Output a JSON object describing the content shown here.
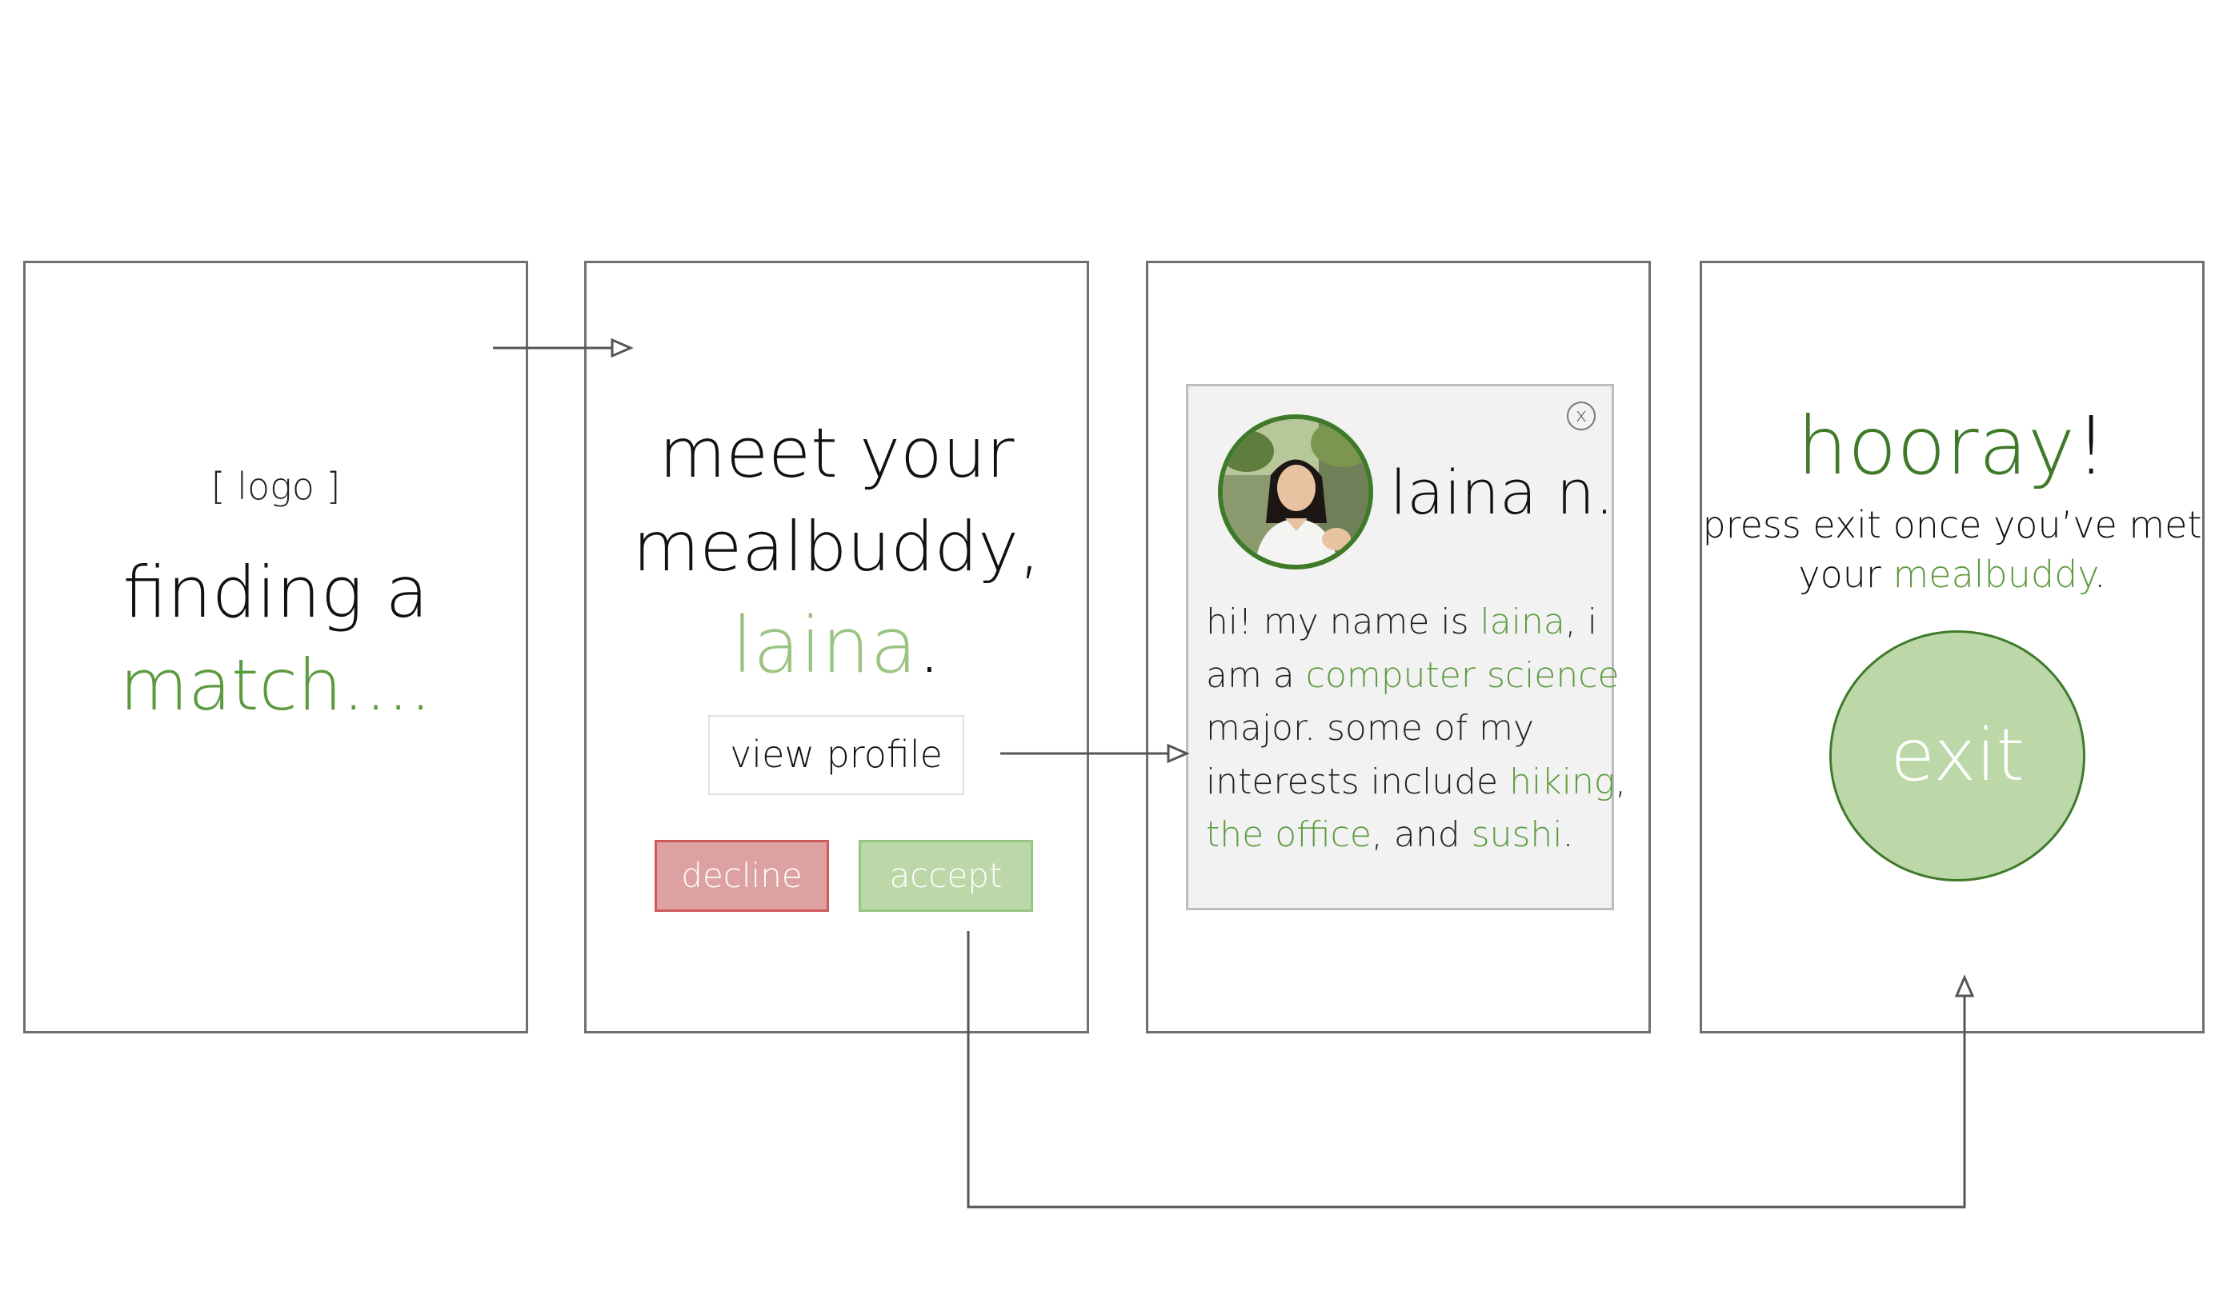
{
  "colors": {
    "frame_border": "#6f6f6f",
    "accent_dark_green": "#3f7a2a",
    "accent_green": "#5c9a3f",
    "accent_light_green": "#9bc482",
    "decline_fill": "#dea1a1",
    "decline_border": "#cf5a5a",
    "accept_fill": "#bcd8a9",
    "accept_border": "#98c583",
    "card_fill": "#f2f2f2",
    "connector": "#555555"
  },
  "screen1": {
    "logo_placeholder": "[ logo ]",
    "title_line1": "finding a",
    "title_line2": "match...."
  },
  "screen2": {
    "line1": "meet your",
    "line2": "mealbuddy,",
    "name": "laina",
    "name_punct": ".",
    "view_profile_label": "view profile",
    "decline_label": "decline",
    "accept_label": "accept"
  },
  "screen3": {
    "close_label": "x",
    "avatar_icon": "profile-photo",
    "profile_name": "laina n.",
    "bio": {
      "t1": "hi! my name is ",
      "name": "laina",
      "t2": ", i",
      "t3": "am a ",
      "major": "computer science",
      "t4": "major. some of my",
      "t5": "interests include ",
      "interest1": "hiking",
      "t6": ",",
      "interest2": "the office",
      "t7": ", and ",
      "interest3": "sushi",
      "t8": "."
    }
  },
  "screen4": {
    "title": "hooray",
    "title_punct": "!",
    "sub_line1": "press exit once you’ve met",
    "sub_line2_prefix": "your ",
    "sub_line2_highlight": "mealbuddy",
    "sub_line2_suffix": ".",
    "exit_label": "exit"
  }
}
